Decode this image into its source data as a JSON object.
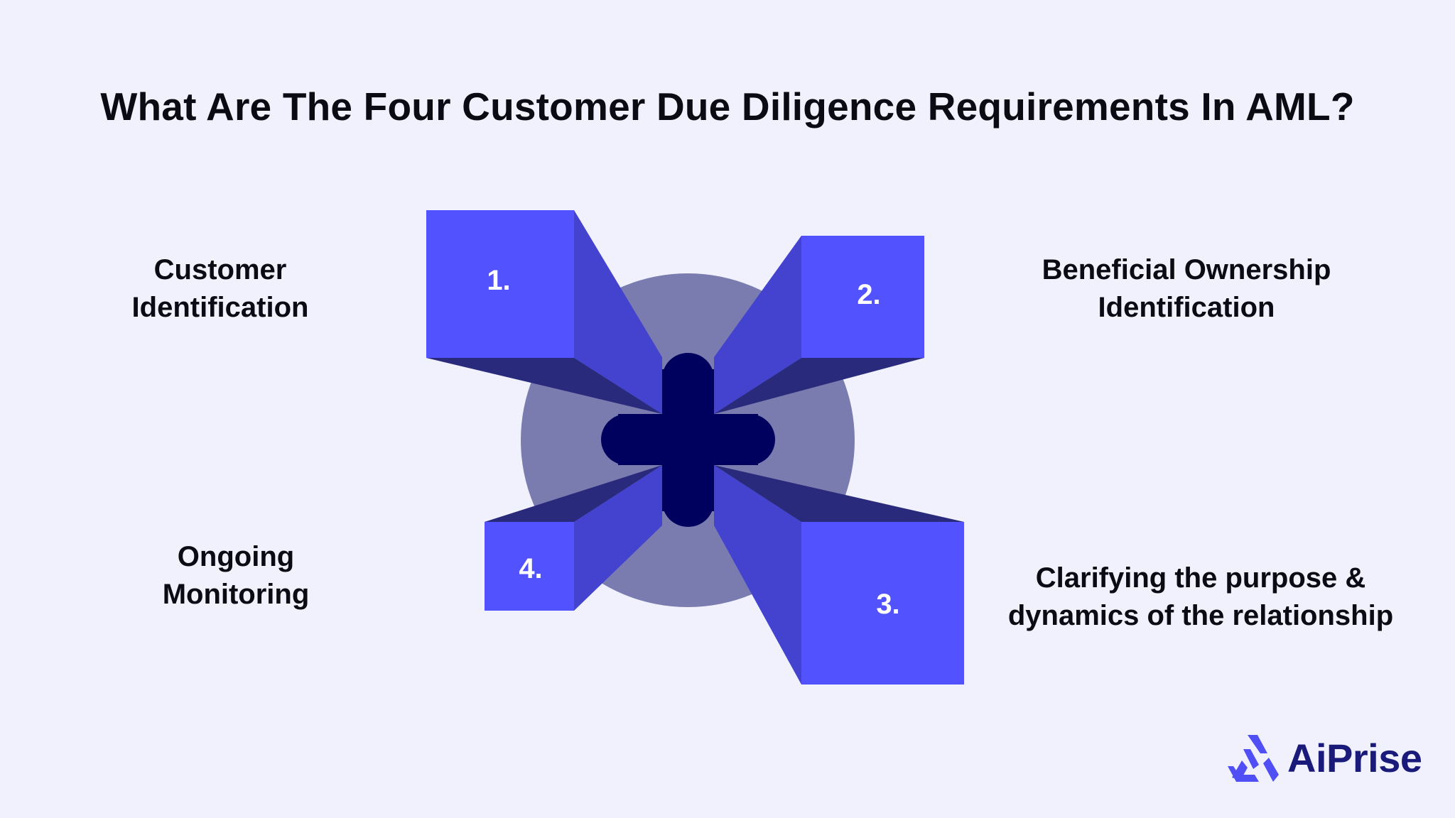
{
  "title": "What Are The Four Customer Due Diligence Requirements In AML?",
  "items": [
    {
      "number": "1.",
      "line1": "Customer",
      "line2": "Identification"
    },
    {
      "number": "2.",
      "line1": "Beneficial Ownership",
      "line2": "Identification"
    },
    {
      "number": "3.",
      "line1": "Clarifying the purpose &",
      "line2": "dynamics of the relationship"
    },
    {
      "number": "4.",
      "line1": "Ongoing",
      "line2": "Monitoring"
    }
  ],
  "colors": {
    "background": "#f0f1fd",
    "circle": "#7a7cb0",
    "cross": "#00005e",
    "block_front": "#5252fe",
    "block_side": "#4343cf",
    "block_shadow": "#2a2a7c",
    "logo": "#1a1a7a"
  },
  "logo": {
    "text": "AiPrise",
    "icon": "aiprise-logo-icon"
  }
}
